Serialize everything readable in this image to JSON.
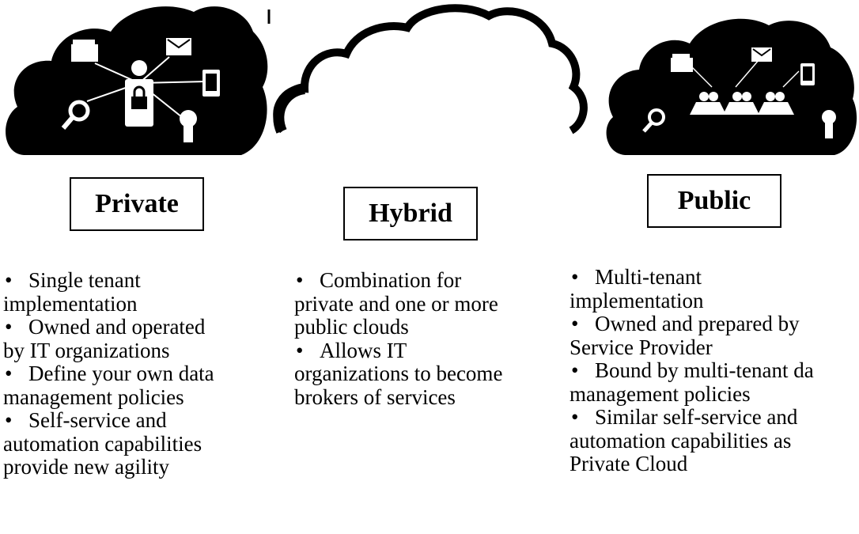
{
  "columns": [
    {
      "label": "Private",
      "bullets": [
        {
          "first": "Single tenant",
          "rest": "implementation"
        },
        {
          "first": "Owned and operated",
          "rest": "by IT organizations"
        },
        {
          "first": "Define your own data",
          "rest": "management policies"
        },
        {
          "first": "Self-service and",
          "rest": "automation capabilities\nprovide new agility"
        }
      ]
    },
    {
      "label": "Hybrid",
      "bullets": [
        {
          "first": "Combination for",
          "rest": "private and one or more\npublic clouds"
        },
        {
          "first": "Allows IT",
          "rest": "organizations to become\nbrokers of services"
        }
      ]
    },
    {
      "label": "Public",
      "bullets": [
        {
          "first": "Multi-tenant",
          "rest": "implementation"
        },
        {
          "first": "Owned and prepared by",
          "rest": "Service Provider"
        },
        {
          "first": "Bound by multi-tenant da",
          "rest": "management policies"
        },
        {
          "first": "Similar self-service and",
          "rest": "automation capabilities as\nPrivate Cloud"
        }
      ]
    }
  ],
  "icons": [
    "folder-icon",
    "user-lock-icon",
    "mail-icon",
    "tablet-icon",
    "search-icon",
    "lightbulb-icon",
    "users-group-icon"
  ],
  "colors": {
    "cloud_fill": "#000000",
    "background": "#ffffff"
  }
}
